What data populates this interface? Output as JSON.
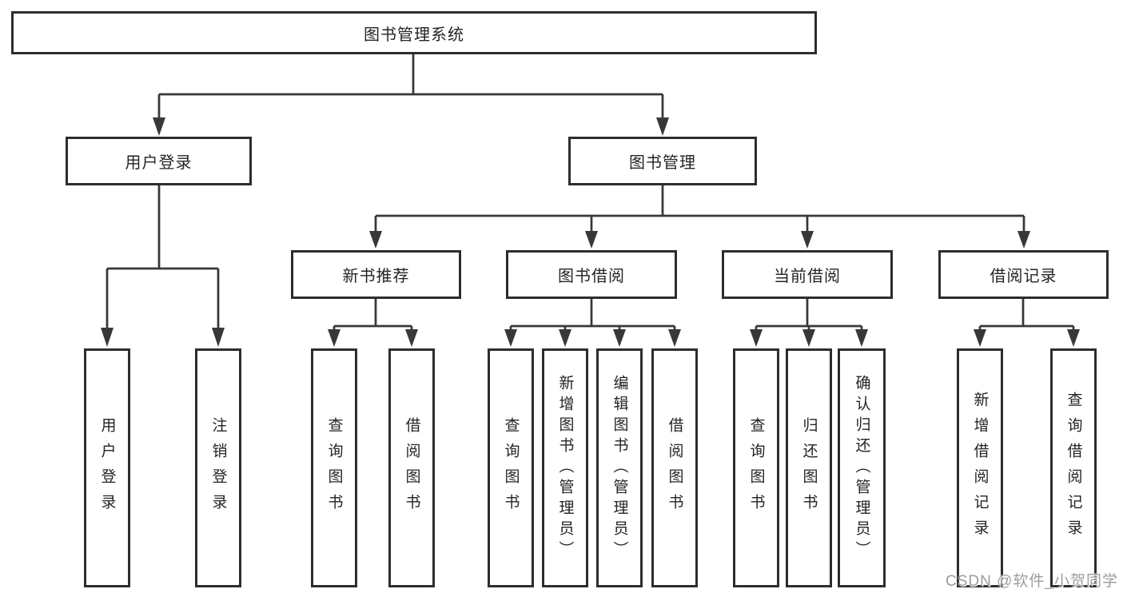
{
  "tree": {
    "label": "图书管理系统",
    "children": [
      {
        "label": "用户登录",
        "children": [
          {
            "label": "用户登录"
          },
          {
            "label": "注销登录"
          }
        ]
      },
      {
        "label": "图书管理",
        "children": [
          {
            "label": "新书推荐",
            "children": [
              {
                "label": "查询图书"
              },
              {
                "label": "借阅图书"
              }
            ]
          },
          {
            "label": "图书借阅",
            "children": [
              {
                "label": "查询图书"
              },
              {
                "label": "新增图书（管理员）"
              },
              {
                "label": "编辑图书（管理员）"
              },
              {
                "label": "借阅图书"
              }
            ]
          },
          {
            "label": "当前借阅",
            "children": [
              {
                "label": "查询图书"
              },
              {
                "label": "归还图书"
              },
              {
                "label": "确认归还（管理员）"
              }
            ]
          },
          {
            "label": "借阅记录",
            "children": [
              {
                "label": "新增借阅记录"
              },
              {
                "label": "查询借阅记录"
              }
            ]
          }
        ]
      }
    ]
  },
  "watermark": {
    "text": "CSDN @软件_小贺同学"
  },
  "colors": {
    "line_color": "#383838",
    "box_border": "#2d2d2d",
    "text_color": "#242424",
    "watermark_color": "#9c9c9c"
  }
}
